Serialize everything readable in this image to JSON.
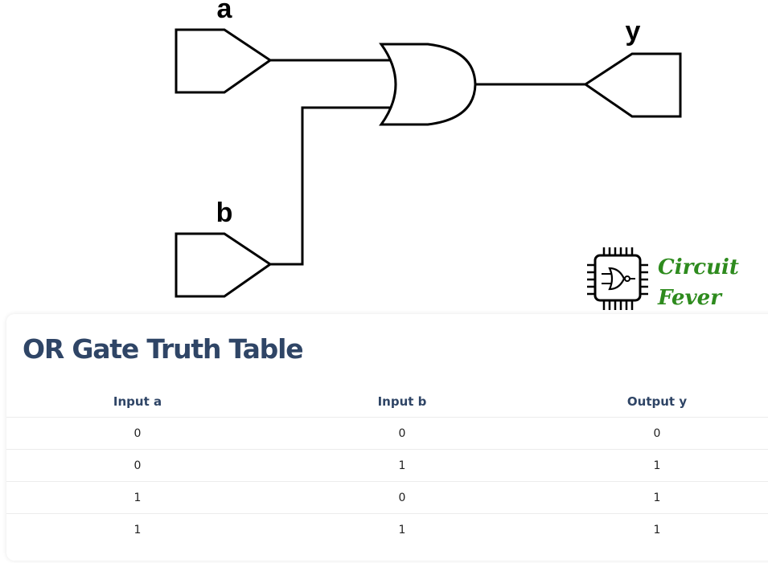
{
  "diagram": {
    "inputs": [
      "a",
      "b"
    ],
    "output": "y",
    "gate": "OR",
    "brand": {
      "line1": "Circuit",
      "line2": "Fever",
      "icon": "chip-nor-gate-icon",
      "color": "#2e8b1e"
    }
  },
  "table": {
    "title": "OR Gate Truth Table",
    "headers": [
      "Input a",
      "Input b",
      "Output y"
    ],
    "rows": [
      [
        "0",
        "0",
        "0"
      ],
      [
        "0",
        "1",
        "1"
      ],
      [
        "1",
        "0",
        "1"
      ],
      [
        "1",
        "1",
        "1"
      ]
    ],
    "title_color": "#2f4566"
  }
}
